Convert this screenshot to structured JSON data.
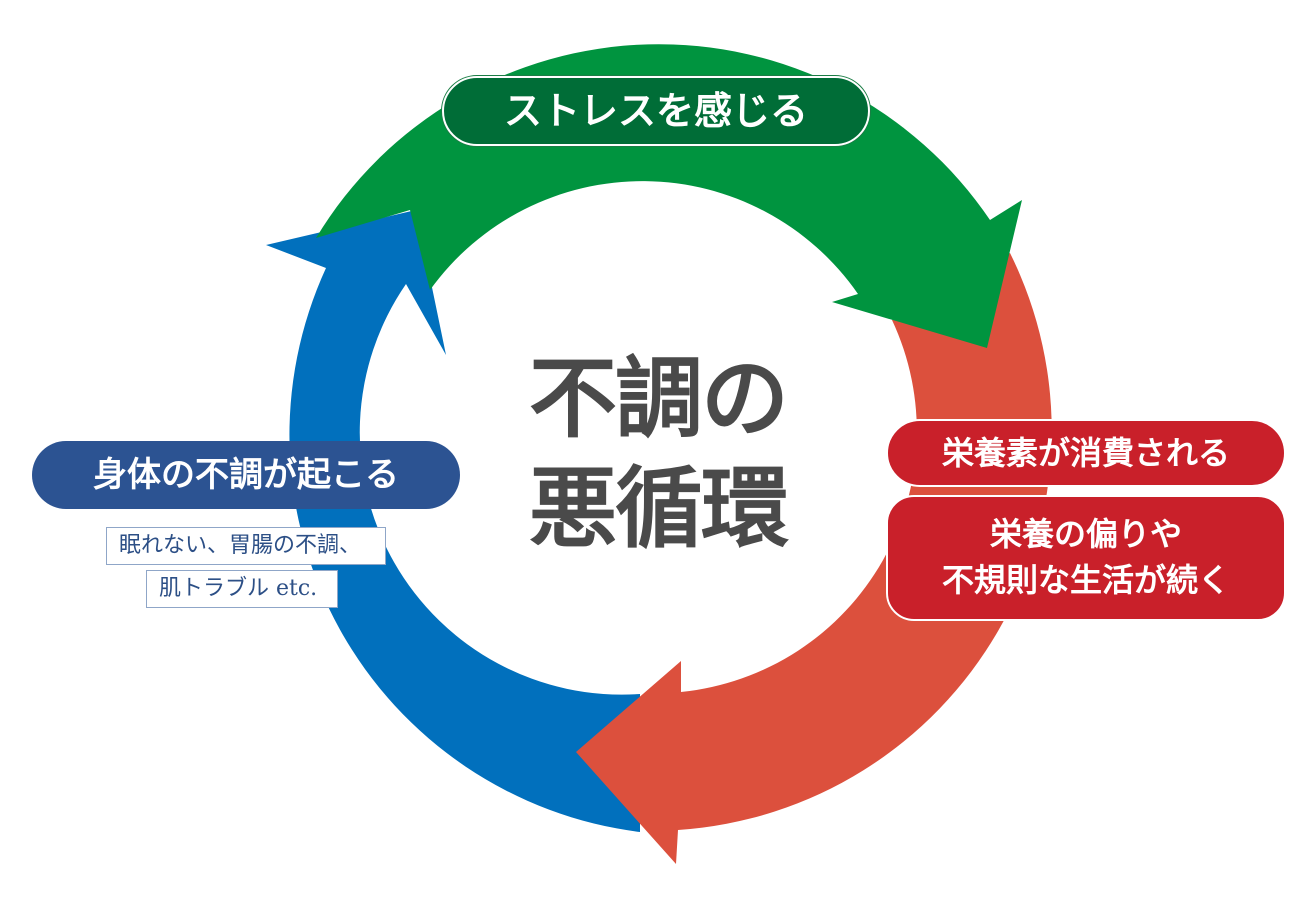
{
  "center_title": {
    "line1": "不調の",
    "line2": "悪循環"
  },
  "steps": {
    "stress": "ストレスを感じる",
    "nutrient_consumed": "栄養素が消費される",
    "diet_line1": "栄養の偏りや",
    "diet_line2": "不規則な生活が続く",
    "body_trouble": "身体の不調が起こる"
  },
  "examples": {
    "line1": "眠れない、胃腸の不調、",
    "line2": "肌トラブル etc."
  },
  "colors": {
    "green_arrow": "#00943f",
    "red_arrow": "#dc503d",
    "blue_arrow": "#0170bd",
    "green_label": "#006d37",
    "red_label": "#c9202a",
    "blue_label": "#2c5392",
    "title_text": "#4a4a4a"
  }
}
